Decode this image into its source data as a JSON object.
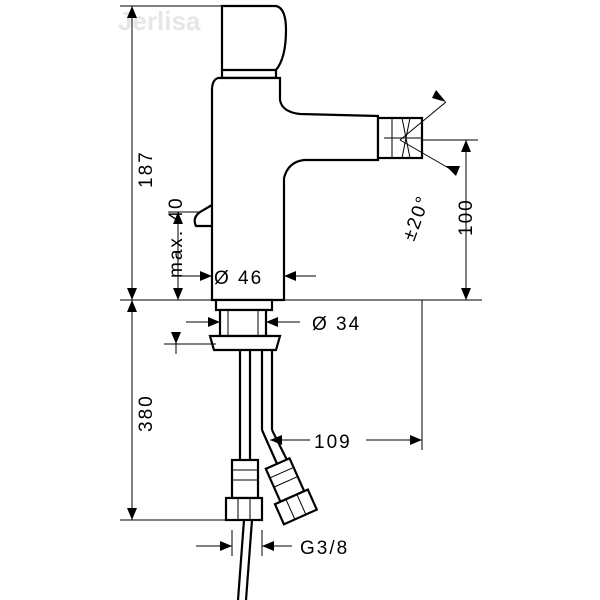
{
  "watermark": "Jerlisa",
  "dimensions": {
    "height_total": "187",
    "lever_height": "max. 40",
    "body_diameter": "Ø 46",
    "base_diameter": "Ø 34",
    "spout_height": "100",
    "swivel_angle": "±20°",
    "hose_length": "380",
    "spout_reach": "109",
    "thread": "G3/8"
  },
  "colors": {
    "line": "#000000",
    "background": "#ffffff",
    "watermark": "#e6e6e6"
  }
}
